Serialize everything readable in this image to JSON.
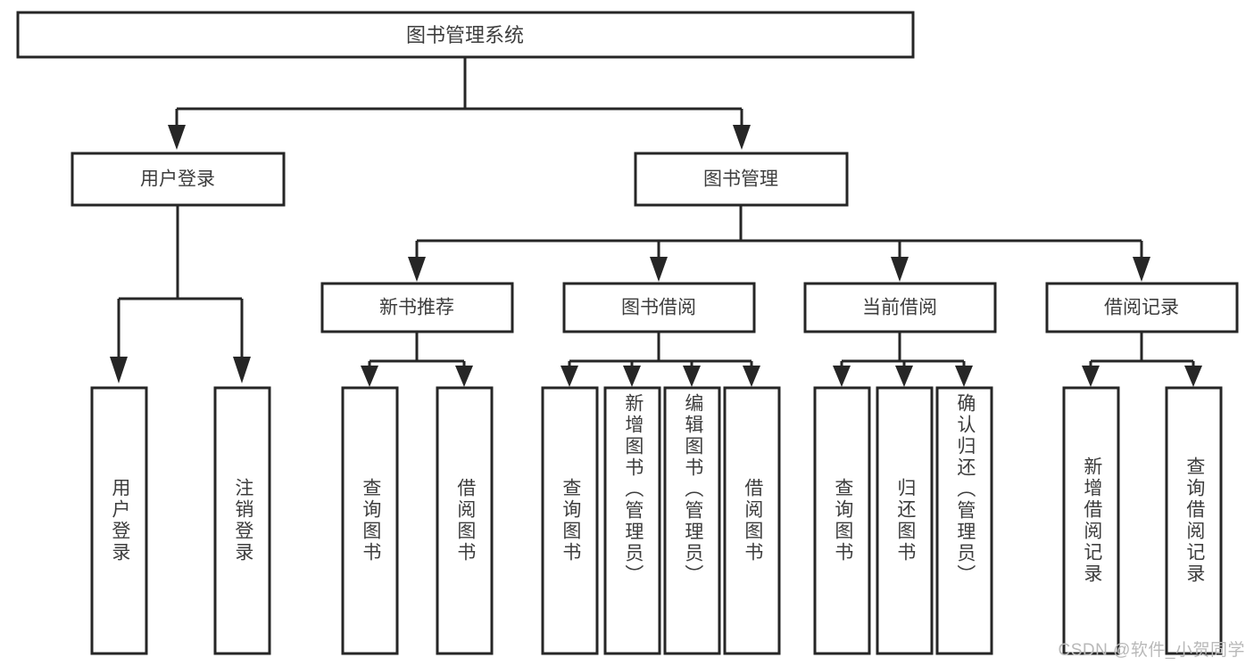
{
  "diagram": {
    "title": "图书管理系统",
    "watermark": "CSDN @软件_小贺同学",
    "style": {
      "stroke_color": "#262626",
      "fill_color": "#ffffff",
      "text_color": "#3d3d3d",
      "watermark_color": "#b9b9b9",
      "background": "#ffffff"
    },
    "levels": {
      "root": {
        "label": "图书管理系统"
      },
      "level1": [
        {
          "label": "用户登录"
        },
        {
          "label": "图书管理"
        }
      ],
      "level2": [
        {
          "label": "新书推荐",
          "parent": "图书管理"
        },
        {
          "label": "图书借阅",
          "parent": "图书管理"
        },
        {
          "label": "当前借阅",
          "parent": "图书管理"
        },
        {
          "label": "借阅记录",
          "parent": "图书管理"
        }
      ]
    },
    "leaves": {
      "用户登录": [
        {
          "label": "用户登录"
        },
        {
          "label": "注销登录"
        }
      ],
      "新书推荐": [
        {
          "label": "查询图书"
        },
        {
          "label": "借阅图书"
        }
      ],
      "图书借阅": [
        {
          "label": "查询图书"
        },
        {
          "label": "新增图书（管理员）"
        },
        {
          "label": "编辑图书（管理员）"
        },
        {
          "label": "借阅图书"
        }
      ],
      "当前借阅": [
        {
          "label": "查询图书"
        },
        {
          "label": "归还图书"
        },
        {
          "label": "确认归还（管理员）"
        }
      ],
      "借阅记录": [
        {
          "label": "新增借阅记录"
        },
        {
          "label": "查询借阅记录"
        }
      ]
    }
  }
}
